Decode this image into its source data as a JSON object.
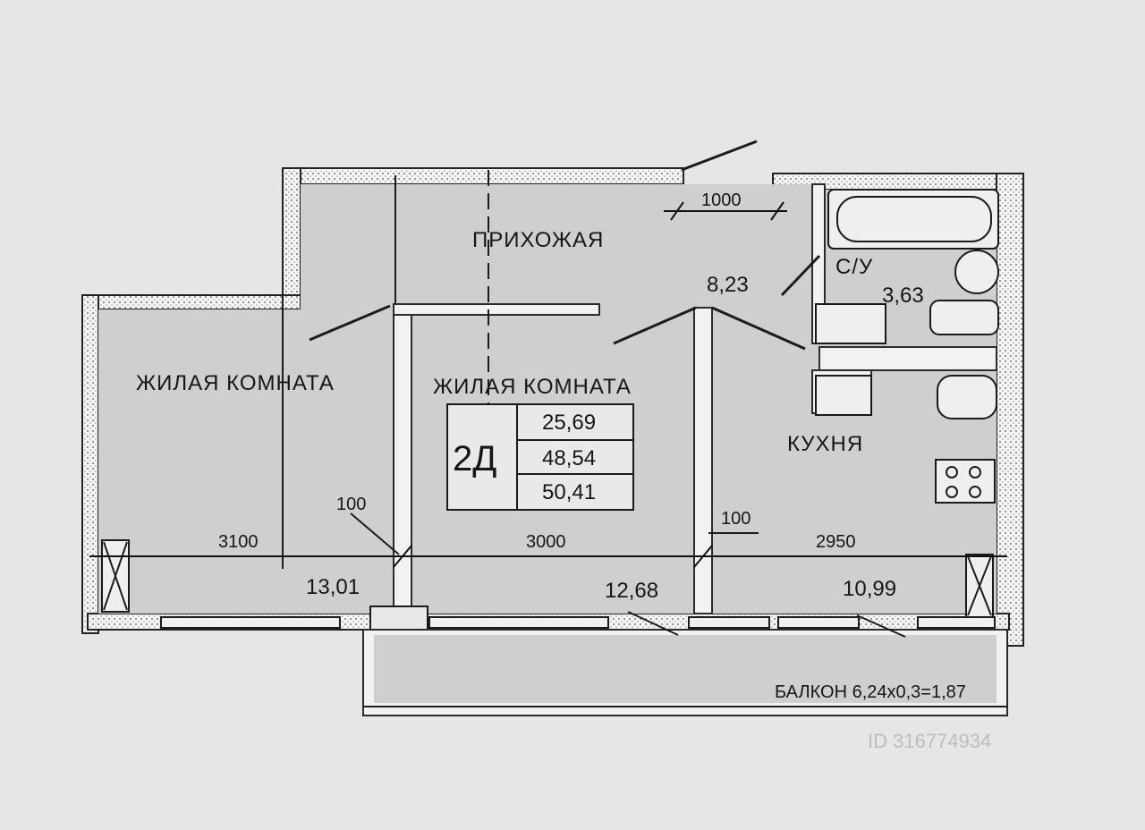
{
  "rooms": {
    "hallway": {
      "label": "ПРИХОЖАЯ",
      "area": "8,23"
    },
    "bathroom": {
      "label": "С/У",
      "area": "3,63"
    },
    "living_left": {
      "label": "ЖИЛАЯ  КОМНАТА",
      "area": "13,01"
    },
    "living_center": {
      "label": "ЖИЛАЯ  КОМНАТА",
      "area": "12,68"
    },
    "kitchen": {
      "label": "КУХНЯ",
      "area": "10,99"
    },
    "balcony": {
      "label": "БАЛКОН  6,24х0,3=1,87"
    }
  },
  "apartment_box": {
    "type": "2Д",
    "living_area": "25,69",
    "total_area": "48,54",
    "total_with_balcony": "50,41"
  },
  "dimensions": {
    "door": "1000",
    "wall_left": "100",
    "wall_right": "100",
    "width_left": "3100",
    "width_center": "3000",
    "width_right": "2950"
  },
  "watermark": "ID 316774934"
}
